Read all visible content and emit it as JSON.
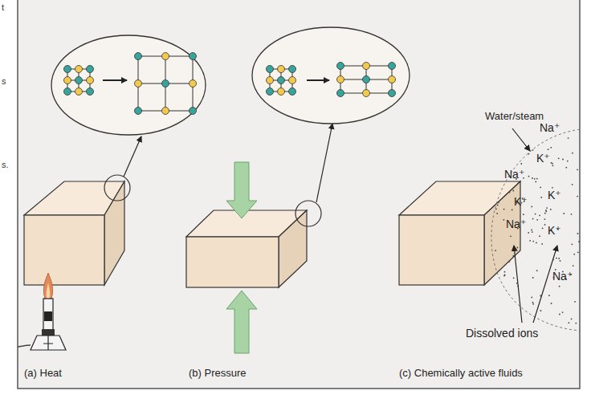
{
  "diagram": {
    "labels": [
      "t",
      "s",
      "s.",
      "Water/steam",
      "Na⁺",
      "K⁺",
      "Na⁺",
      "K⁺",
      "K⁺",
      "Na⁺",
      "K⁺",
      "Na⁺",
      "Dissolved ions",
      "(a) Heat",
      "(b) Pressure",
      "(c) Chemically active fluids"
    ]
  }
}
